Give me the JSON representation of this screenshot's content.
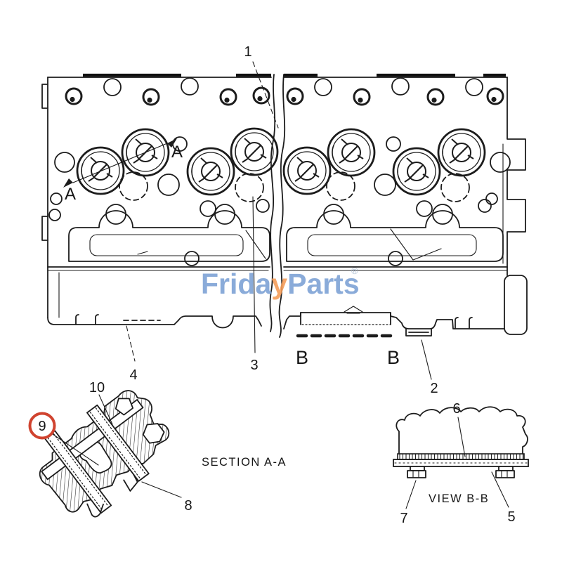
{
  "figure": {
    "callouts": {
      "c1": "1",
      "c2": "2",
      "c3": "3",
      "c4": "4",
      "c5": "5",
      "c6": "6",
      "c7": "7",
      "c8": "8",
      "c9": "9",
      "c10": "10"
    },
    "section_letters": {
      "a_upper": "A",
      "a_lower": "A",
      "b_left": "B",
      "b_right": "B"
    },
    "captions": {
      "section_aa": "SECTION A-A",
      "view_bb": "VIEW B-B"
    },
    "watermark": {
      "part1": "Frida",
      "part2": "y",
      "part3": "Parts",
      "reg": "®"
    },
    "colors": {
      "line": "#1c1c1c",
      "watermark_blue": "#7aa0d4",
      "watermark_orange": "#f49a55",
      "watermark_reg_gray": "#9fb3cc",
      "highlight_red": "#d0432f",
      "background": "#ffffff"
    }
  }
}
